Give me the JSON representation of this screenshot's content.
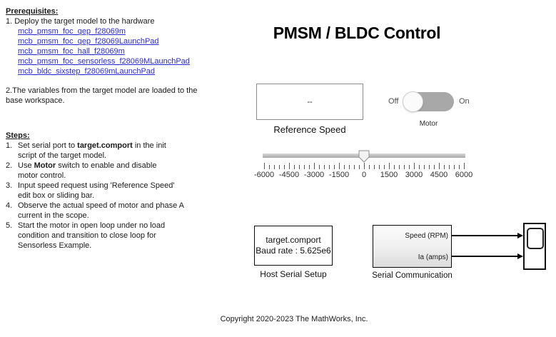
{
  "title": "PMSM / BLDC Control",
  "annotation": {
    "prereq_heading": "Prerequisites:",
    "prereq_item1": "1. Deploy the target model to the hardware",
    "links": [
      "mcb_pmsm_foc_qep_f28069m",
      "mcb_pmsm_foc_qep_f28069LaunchPad",
      "mcb_pmsm_foc_hall_f28069m",
      "mcb_pmsm_foc_sensorless_f28069MLaunchPad",
      "mcb_bldc_sixstep_f28069mLaunchPad"
    ],
    "prereq_item2_line1": "2.The variables from the target model are loaded to the",
    "prereq_item2_line2": "base workspace.",
    "steps_heading": "Steps:",
    "steps": {
      "s1": {
        "num": "1.",
        "pre": "Set serial port to ",
        "bold": "target.comport",
        "post": " in the init",
        "line2": "script of the target model."
      },
      "s2": {
        "num": "2.",
        "pre": "Use ",
        "bold": "Motor",
        "post": " switch to enable and disable",
        "line2": "motor control."
      },
      "s3": {
        "num": "3.",
        "pre": "Input speed request using 'Reference Speed'",
        "line2": "edit box or sliding bar."
      },
      "s4": {
        "num": "4.",
        "pre": "Observe the actual speed of motor and phase A",
        "line2": "current in the scope."
      },
      "s5": {
        "num": "5.",
        "pre": "Start the motor in open loop under no load",
        "line2": "condition and transition to close loop for",
        "line3": "Sensorless Example."
      }
    }
  },
  "reference_speed": {
    "value": "--",
    "label": "Reference Speed"
  },
  "motor_switch": {
    "off_label": "Off",
    "on_label": "On",
    "label": "Motor",
    "state": "Off"
  },
  "slider": {
    "min": -6000,
    "max": 6000,
    "value": 0,
    "tick_labels": [
      "-6000",
      "-4500",
      "-3000",
      "-1500",
      "0",
      "1500",
      "3000",
      "4500",
      "6000"
    ],
    "tick_count": 41,
    "major_every": 5
  },
  "host_serial_setup": {
    "line1": "target.comport",
    "line2": "Baud rate : 5.625e6",
    "label": "Host Serial Setup"
  },
  "serial_communication": {
    "port1": "Speed (RPM)",
    "port2": "Ia (amps)",
    "label": "Serial Communication"
  },
  "footer": {
    "copyright": "Copyright 2020-2023 The MathWorks, Inc."
  },
  "colors": {
    "link_blue": "#2b2bd6",
    "toggle_track_gray": "#a8a8a8",
    "toggle_knob_white": "#fbfbfb",
    "slider_track_gray": "#a7a7a7",
    "block_border_black": "#0a0a0a"
  }
}
